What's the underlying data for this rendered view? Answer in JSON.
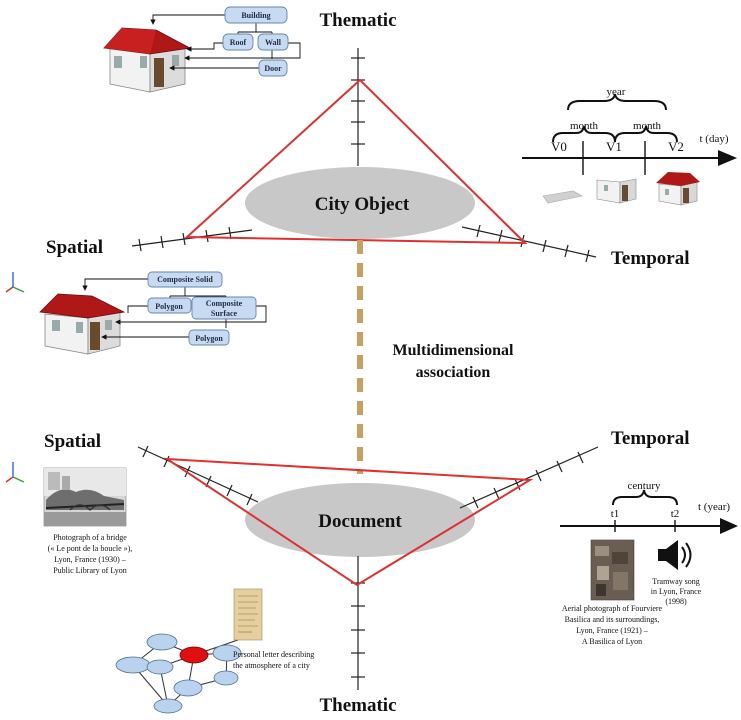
{
  "labels": {
    "thematic_top": "Thematic",
    "thematic_bottom": "Thematic",
    "spatial_top": "Spatial",
    "spatial_bottom": "Spatial",
    "temporal_top": "Temporal",
    "temporal_bottom": "Temporal",
    "city_object": "City Object",
    "document": "Document",
    "association_line1": "Multidimensional",
    "association_line2": "association"
  },
  "thematic_hierarchy": {
    "building": "Building",
    "roof": "Roof",
    "wall": "Wall",
    "door": "Door"
  },
  "spatial_hierarchy": {
    "composite_solid": "Composite Solid",
    "polygon_1": "Polygon",
    "composite_surface_line1": "Composite",
    "composite_surface_line2": "Surface",
    "polygon_2": "Polygon"
  },
  "city_timeline": {
    "axis_label": "t (day)",
    "year": "year",
    "month_1": "month",
    "month_2": "month",
    "v0": "V0",
    "v1": "V1",
    "v2": "V2"
  },
  "doc_timeline": {
    "axis_label": "t (year)",
    "century": "century",
    "t1": "t1",
    "t2": "t2"
  },
  "captions": {
    "bridge": [
      "Photograph of a bridge",
      "(« Le pont de la boucle »),",
      "Lyon, France (1930) –",
      "Public Library of Lyon"
    ],
    "aerial": [
      "Aerial photograph of Fourviere",
      "Basilica and its surroundings,",
      "Lyon, France (1921) –",
      "A Basilica of Lyon"
    ],
    "tramway": [
      "Tramway song",
      "in Lyon, France",
      "(1998)"
    ],
    "letter": [
      "Personal letter describing",
      "the atmosphere of a city"
    ]
  },
  "colors": {
    "triangle": "#e03030",
    "ellipse": "#c8c8c8",
    "association": "#c8a060",
    "box_fill": "#c6daf2",
    "box_stroke": "#6b86ad",
    "roof": "#b01818",
    "graph_node": "#b9d3ee",
    "graph_highlight": "#e01010"
  }
}
